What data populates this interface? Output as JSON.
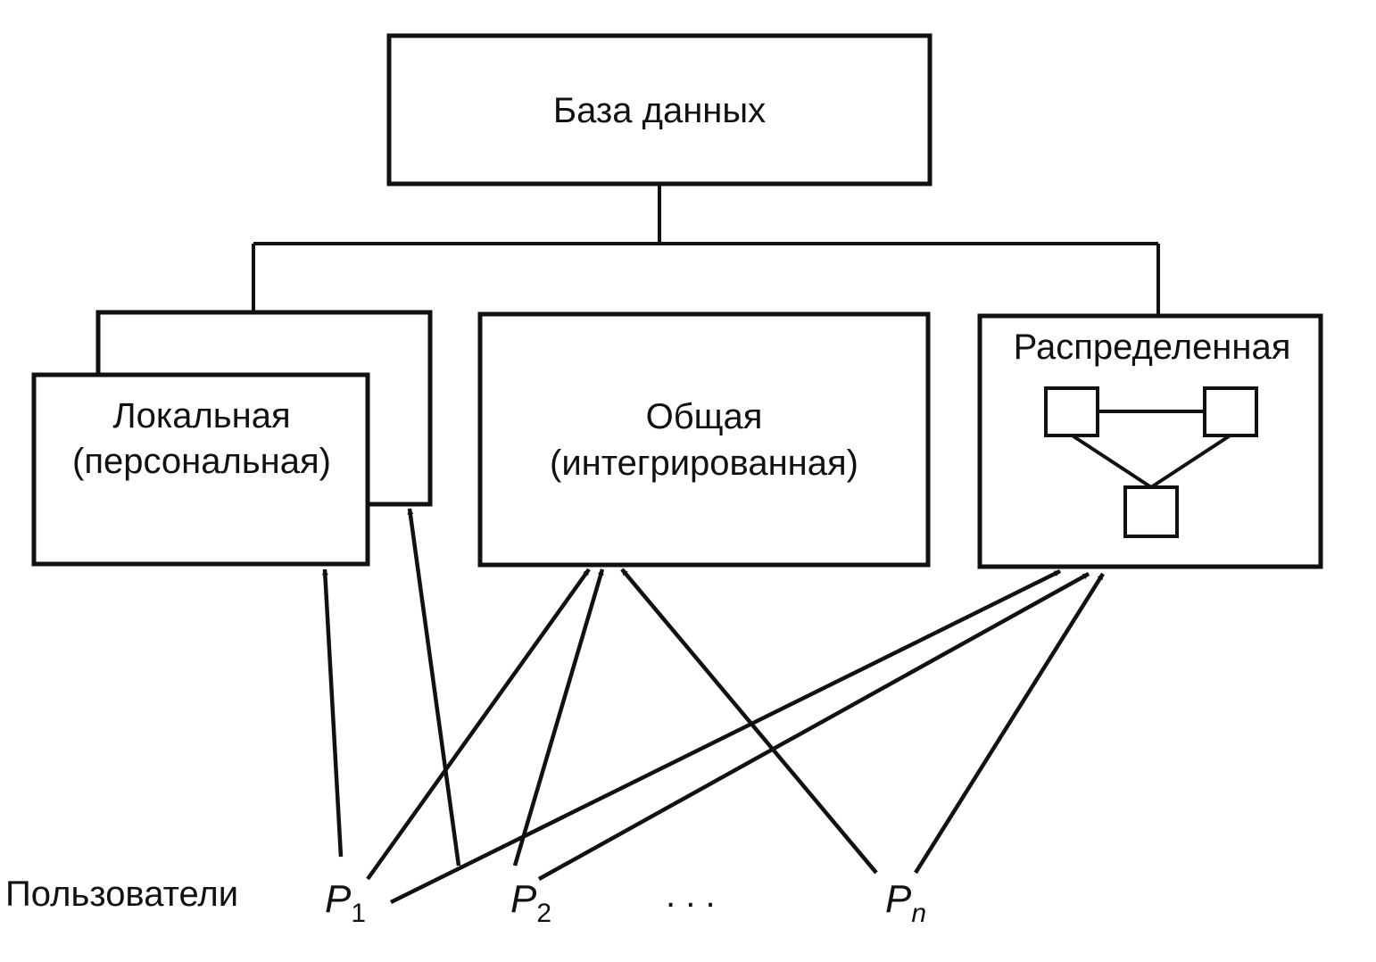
{
  "database": {
    "label": "База данных"
  },
  "types": {
    "local": {
      "line1": "Локальная",
      "line2": "(персональная)"
    },
    "shared": {
      "line1": "Общая",
      "line2": "(интегрированная)"
    },
    "distributed": {
      "line1": "Распределенная"
    }
  },
  "users": {
    "label": "Пользователи",
    "p1": {
      "letter": "P",
      "subscript": "1"
    },
    "p2": {
      "letter": "P",
      "subscript": "2"
    },
    "ellipsis": ". . .",
    "pn": {
      "letter": "P",
      "subscript": "n"
    }
  }
}
